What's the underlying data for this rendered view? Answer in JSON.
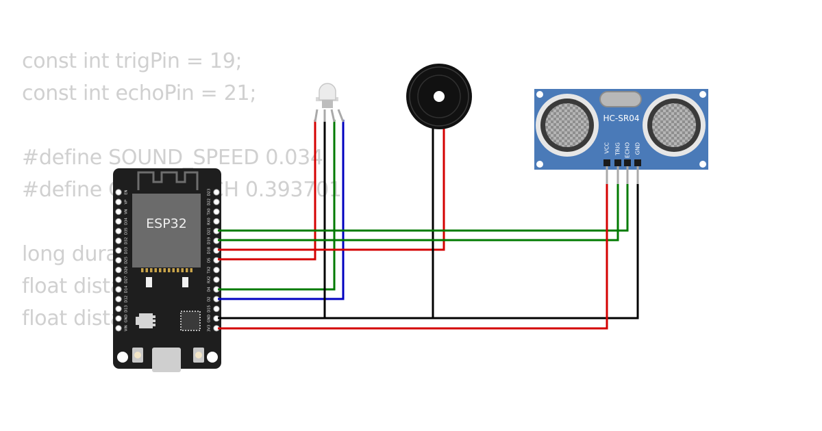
{
  "code_lines": [
    "const int trigPin = 19;",
    "const int echoPin = 21;",
    "",
    "#define SOUND_SPEED 0.034",
    "#define CM_TO_INCH 0.393701",
    "",
    "long duration;",
    "float distanceCm;",
    "float distanceInch;"
  ],
  "esp32": {
    "chip_label": "ESP32",
    "left_pins": [
      "EN",
      "VP",
      "VN",
      "D34",
      "D35",
      "D32",
      "D33",
      "D25",
      "D26",
      "D27",
      "D14",
      "D12",
      "D13",
      "GND",
      "VIN"
    ],
    "right_pins": [
      "D23",
      "D22",
      "TX0",
      "RX0",
      "D21",
      "D19",
      "D18",
      "D5",
      "TX2",
      "RX2",
      "D4",
      "D2",
      "D15",
      "GND",
      "3V3"
    ]
  },
  "sensor": {
    "label": "HC-SR04",
    "pins": [
      "VCC",
      "TRIG",
      "ECHO",
      "GND"
    ]
  },
  "colors": {
    "wire_red": "#d40000",
    "wire_green": "#007a00",
    "wire_blue": "#0000c0",
    "wire_black": "#000000",
    "board": "#1e1e1e",
    "sensor_board": "#4a7ab8",
    "code_text": "#d0d0d0"
  }
}
